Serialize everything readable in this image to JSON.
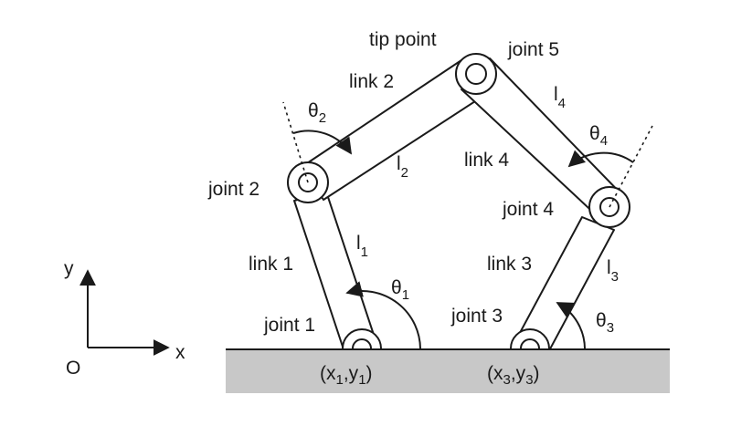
{
  "labels": {
    "tip_point": "tip point",
    "joint_1": "joint 1",
    "joint_2": "joint 2",
    "joint_3": "joint 3",
    "joint_4": "joint 4",
    "joint_5": "joint 5",
    "link_1": "link 1",
    "link_2": "link 2",
    "link_3": "link 3",
    "link_4": "link 4"
  },
  "lengths": {
    "l1": {
      "base": "l",
      "sub": "1"
    },
    "l2": {
      "base": "l",
      "sub": "2"
    },
    "l3": {
      "base": "l",
      "sub": "3"
    },
    "l4": {
      "base": "l",
      "sub": "4"
    }
  },
  "angles": {
    "theta1": {
      "base": "θ",
      "sub": "1"
    },
    "theta2": {
      "base": "θ",
      "sub": "2"
    },
    "theta3": {
      "base": "θ",
      "sub": "3"
    },
    "theta4": {
      "base": "θ",
      "sub": "4"
    }
  },
  "base_coords": {
    "left": {
      "open": "(x",
      "s1": "1",
      "mid": ",y",
      "s2": "1",
      "close": ")"
    },
    "right": {
      "open": "(x",
      "s1": "3",
      "mid": ",y",
      "s2": "3",
      "close": ")"
    }
  },
  "axes": {
    "origin": "O",
    "x": "x",
    "y": "y"
  },
  "colors": {
    "ground": "#c8c8c8",
    "ink": "#1a1a1a"
  }
}
